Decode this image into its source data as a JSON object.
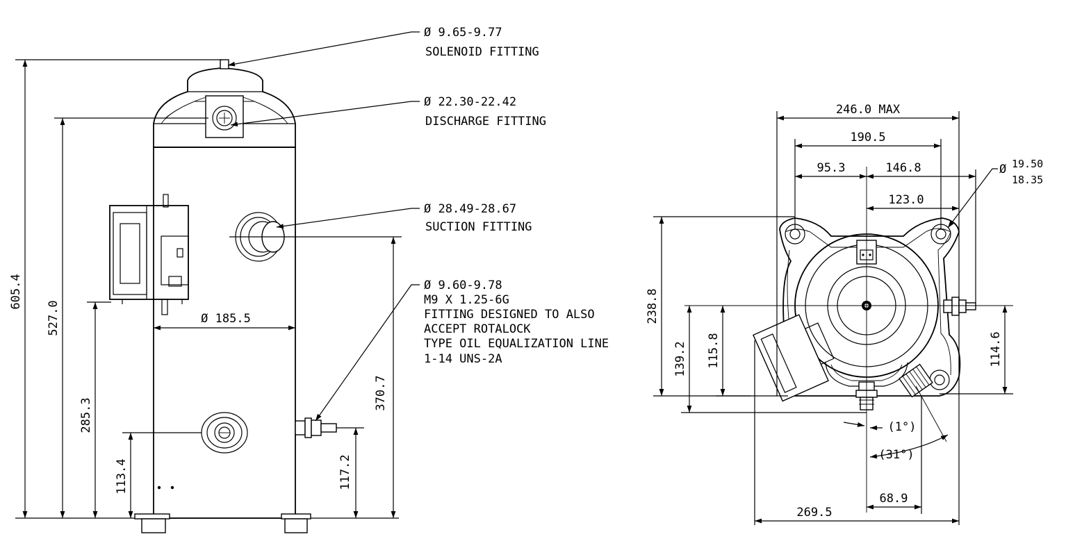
{
  "side_view": {
    "callouts": {
      "solenoid": [
        "Ø 9.65-9.77",
        "SOLENOID FITTING"
      ],
      "discharge": [
        "Ø 22.30-22.42",
        "DISCHARGE FITTING"
      ],
      "suction": [
        "Ø 28.49-28.67",
        "SUCTION FITTING"
      ],
      "oil": [
        "Ø 9.60-9.78",
        "M9 X 1.25-6G",
        "FITTING DESIGNED TO ALSO",
        "ACCEPT ROTALOCK",
        "TYPE OIL EQUALIZATION LINE",
        "1-14 UNS-2A"
      ]
    },
    "dimensions": {
      "total_height": "605.4",
      "discharge_height": "527.0",
      "box_height": "285.3",
      "lower_fitting_height": "113.4",
      "shell_diameter": "Ø 185.5",
      "suction_height": "370.7",
      "oil_height": "117.2"
    }
  },
  "top_view": {
    "dimensions": {
      "max_width": "246.0 MAX",
      "hole_span": "190.5",
      "left_offset": "95.3",
      "right_offset": "146.8",
      "right_hole": "123.0",
      "hole_dia_upper": "19.50",
      "hole_dia_lower": "18.35",
      "overall_height": "238.8",
      "box_depth": "139.2",
      "lower_hole": "115.8",
      "right_depth": "114.6",
      "angle_small": "(1°)",
      "angle_large": "(31°)",
      "box_offset": "68.9",
      "overall_width": "269.5"
    },
    "diameter_symbol": "Ø"
  }
}
